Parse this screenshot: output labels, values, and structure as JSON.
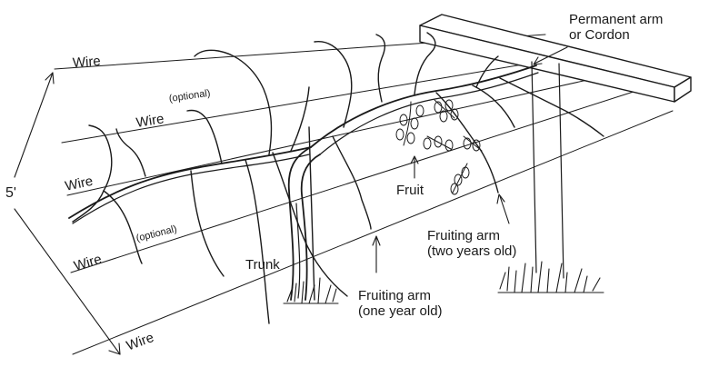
{
  "diagram": {
    "labels": {
      "wire_top": "Wire",
      "optional_upper": "(optional)",
      "wire_second": "Wire",
      "wire_middle": "Wire",
      "optional_lower": "(optional)",
      "wire_fourth": "Wire",
      "wire_bottom": "Wire",
      "height": "5'",
      "permanent_arm_line1": "Permanent arm",
      "permanent_arm_line2": "or Cordon",
      "fruit": "Fruit",
      "fruiting_arm_two_line1": "Fruiting arm",
      "fruiting_arm_two_line2": "(two years old)",
      "trunk": "Trunk",
      "fruiting_arm_one_line1": "Fruiting arm",
      "fruiting_arm_one_line2": "(one year old)"
    },
    "colors": {
      "ink": "#1a1a1a",
      "background": "#ffffff"
    }
  }
}
